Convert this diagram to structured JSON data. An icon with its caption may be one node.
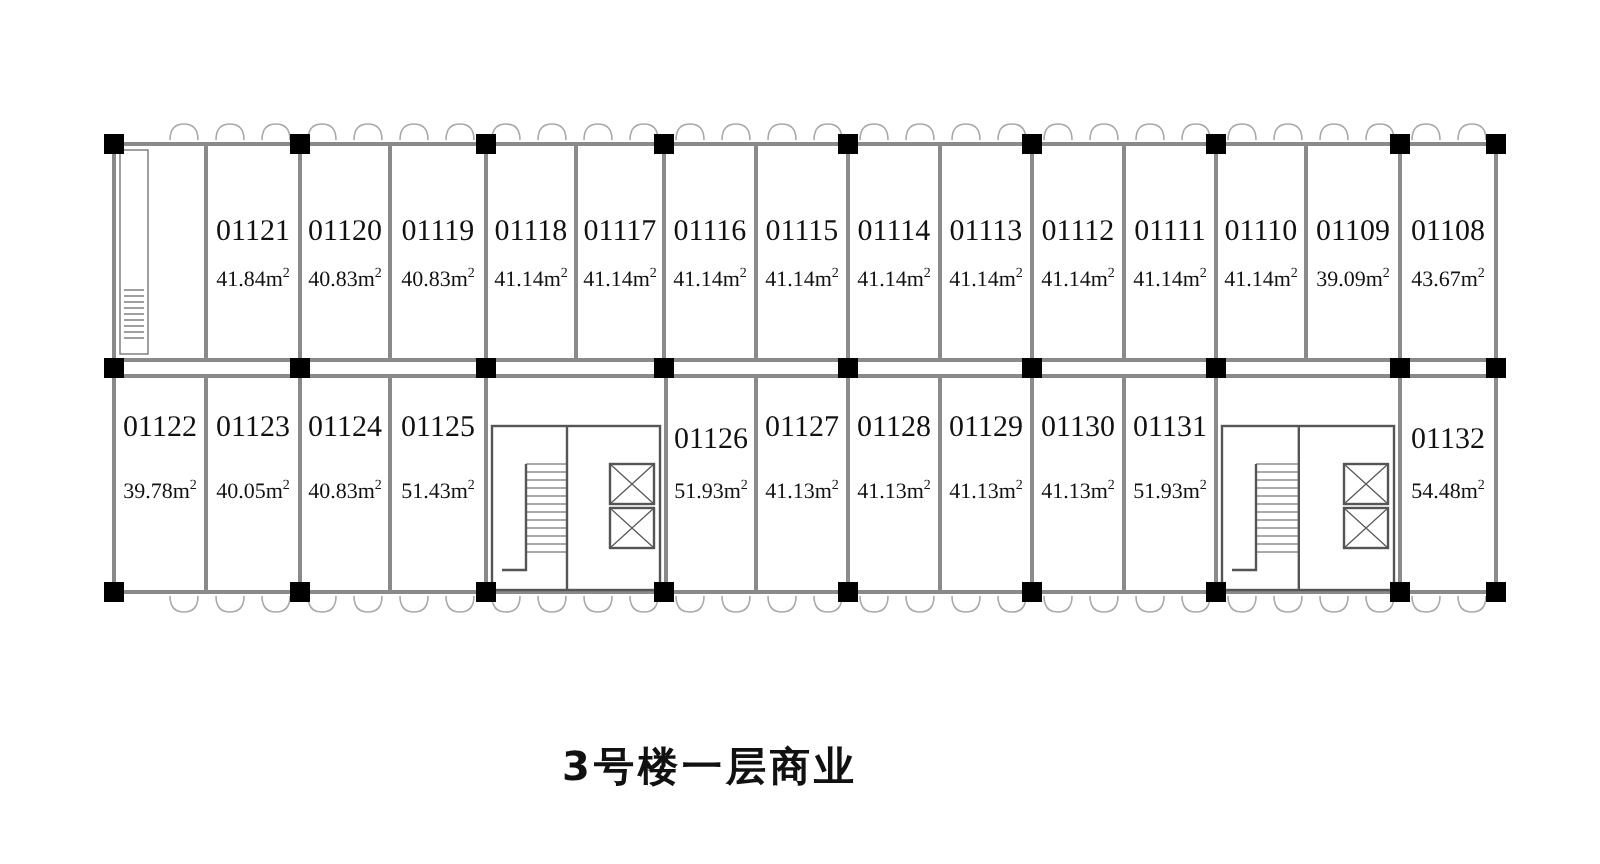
{
  "diagram": {
    "title": "3号楼一层商业",
    "nodes": [
      {
        "text": [
          "01121",
          "41.84m$^{2}$"
        ]
      },
      {
        "text": [
          "01120",
          "40.83m$^{2}$"
        ]
      },
      {
        "text": [
          "01119",
          "40.83m$^{2}$"
        ]
      },
      {
        "text": [
          "01118",
          "41.14m$^{2}$"
        ]
      },
      {
        "text": [
          "01117",
          "41.14m$^{2}$"
        ]
      },
      {
        "text": [
          "01116",
          "41.14m$^{2}$"
        ]
      },
      {
        "text": [
          "01115",
          "41.14m$^{2}$"
        ]
      },
      {
        "text": [
          "01114",
          "41.14m$^{2}$"
        ]
      },
      {
        "text": [
          "01113",
          "41.14m$^{2}$"
        ]
      },
      {
        "text": [
          "01112",
          "41.14m$^{2}$"
        ]
      },
      {
        "text": [
          "01111",
          "41.14m$^{2}$"
        ]
      },
      {
        "text": [
          "01110",
          "41.14m$^{2}$"
        ]
      },
      {
        "text": [
          "01109",
          "39.09m$^{2}$"
        ]
      },
      {
        "text": [
          "01108",
          "43.67m$^{2}$"
        ]
      },
      {
        "text": [
          "01122",
          "39.78m$^{2}$"
        ]
      },
      {
        "text": [
          "01123",
          "40.05m$^{2}$"
        ]
      },
      {
        "text": [
          "01124",
          "40.83m$^{2}$"
        ]
      },
      {
        "text": [
          "01125",
          "51.43m$^{2}$"
        ]
      },
      {
        "text": [
          "01126",
          "51.93m$^{2}$"
        ]
      },
      {
        "text": [
          "01127",
          "41.13m$^{2}$"
        ]
      },
      {
        "text": [
          "01128",
          "41.13m$^{2}$"
        ]
      },
      {
        "text": [
          "01129",
          "41.13m$^{2}$"
        ]
      },
      {
        "text": [
          "01130",
          "41.13m$^{2}$"
        ]
      },
      {
        "text": [
          "01131",
          "51.93m$^{2}$"
        ]
      },
      {
        "text": [
          "01132",
          "54.48m$^{2}$"
        ]
      }
    ]
  }
}
